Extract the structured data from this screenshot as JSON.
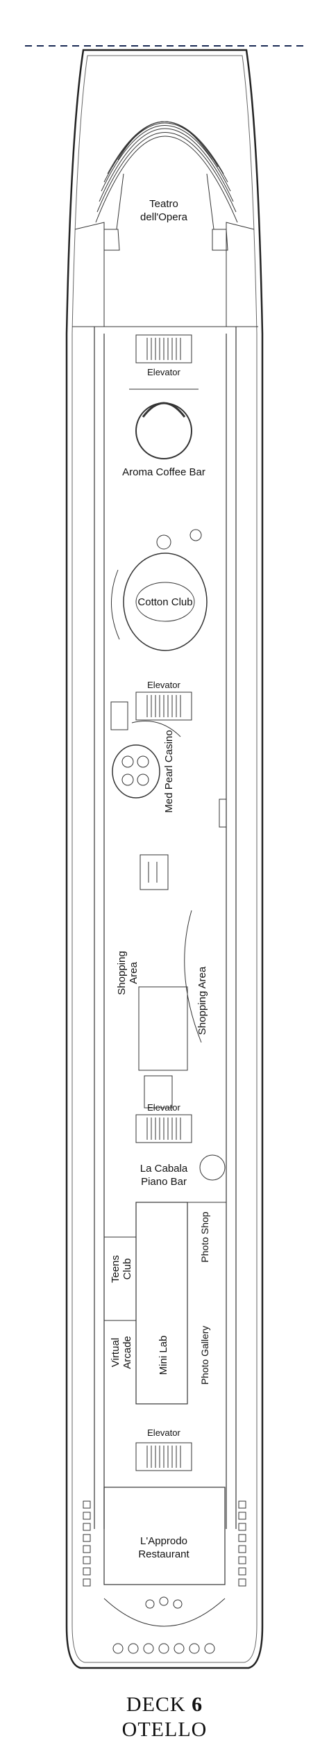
{
  "deck": {
    "label": "DECK",
    "number": "6",
    "name": "OTELLO"
  },
  "areas": {
    "teatro_line1": "Teatro",
    "teatro_line2": "dell'Opera",
    "elevator": "Elevator",
    "aroma": "Aroma Coffee Bar",
    "cotton": "Cotton Club",
    "casino": "Med Pearl Casino",
    "shopping_line1": "Shopping",
    "shopping_line2": "Area",
    "shopping_area": "Shopping Area",
    "cabala_line1": "La Cabala",
    "cabala_line2": "Piano Bar",
    "photo_shop": "Photo Shop",
    "teens_line1": "Teens",
    "teens_line2": "Club",
    "virtual_line1": "Virtual",
    "virtual_line2": "Arcade",
    "mini_lab": "Mini Lab",
    "photo_gallery": "Photo Gallery",
    "approdo_line1": "L'Approdo",
    "approdo_line2": "Restaurant"
  }
}
